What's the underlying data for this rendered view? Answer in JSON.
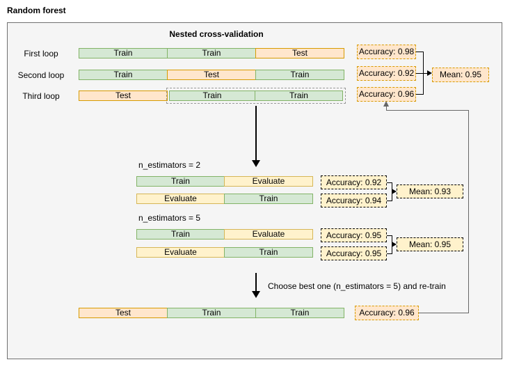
{
  "page": {
    "title": "Random forest"
  },
  "colors": {
    "train_fill": "#d5e8d4",
    "train_stroke": "#82b366",
    "test_fill": "#ffe6cc",
    "test_stroke": "#d79b00",
    "evaluate_fill": "#fff2cc",
    "evaluate_stroke": "#d6b656",
    "panel_fill": "#f5f5f5",
    "panel_stroke": "#707070",
    "accuracy_outer_fill": "#ffe6cc",
    "accuracy_inner_fill": "#fff2cc"
  },
  "loops": {
    "heading": "Nested cross-validation",
    "rows": [
      {
        "label": "First loop",
        "segments": [
          "Train",
          "Train",
          "Test"
        ],
        "accuracy": "Accuracy: 0.98"
      },
      {
        "label": "Second loop",
        "segments": [
          "Train",
          "Test",
          "Train"
        ],
        "accuracy": "Accuracy: 0.92"
      },
      {
        "label": "Third loop",
        "segments": [
          "Test",
          "Train",
          "Train"
        ],
        "accuracy": "Accuracy: 0.96"
      }
    ],
    "mean": "Mean: 0.95"
  },
  "inner": {
    "groups": [
      {
        "param": "n_estimators = 2",
        "rows": [
          {
            "segments": [
              "Train",
              "Evaluate"
            ],
            "accuracy": "Accuracy: 0.92"
          },
          {
            "segments": [
              "Evaluate",
              "Train"
            ],
            "accuracy": "Accuracy: 0.94"
          }
        ],
        "mean": "Mean: 0.93"
      },
      {
        "param": "n_estimators = 5",
        "rows": [
          {
            "segments": [
              "Train",
              "Evaluate"
            ],
            "accuracy": "Accuracy: 0.95"
          },
          {
            "segments": [
              "Evaluate",
              "Train"
            ],
            "accuracy": "Accuracy: 0.95"
          }
        ],
        "mean": "Mean: 0.95"
      }
    ]
  },
  "retrain": {
    "caption": "Choose best one (n_estimators = 5) and re-train",
    "segments": [
      "Test",
      "Train",
      "Train"
    ],
    "accuracy": "Accuracy: 0.96"
  }
}
